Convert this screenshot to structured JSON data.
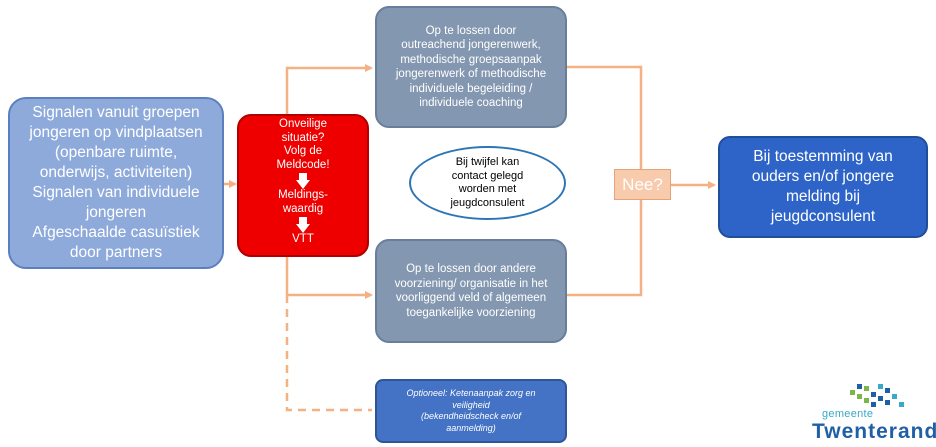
{
  "source_box": {
    "text": "Signalen vanuit groepen\njongeren op vindplaatsen\n(openbare ruimte,\nonderwijs, activiteiten)\nSignalen van individuele\njongeren\nAfgeschaalde casuïstiek\ndoor partners"
  },
  "unsafe_box": {
    "step1": "Onveilige\nsituatie?\nVolg de\nMeldcode!",
    "step2": "Meldings-\nwaardig",
    "step3": "VTT"
  },
  "top_box": {
    "text": "Op te lossen door\noutreachend jongerenwerk,\nmethodische groepsaanpak\njongerenwerk of methodische\nindividuele begeleiding /\nindividuele coaching"
  },
  "doubt_ellipse": {
    "text": "Bij twijfel kan\ncontact gelegd\nworden met\njeugdconsulent"
  },
  "bottom_box": {
    "text": "Op te lossen door andere\nvoorziening/ organisatie in het\nvoorliggend veld of algemeen\ntoegankelijke voorziening"
  },
  "decision": {
    "label": "Nee?"
  },
  "consent_box": {
    "text": "Bij toestemming van\nouders en/of jongere\nmelding bij\njeugdconsulent"
  },
  "optional_box": {
    "text": "Optioneel: Ketenaanpak zorg en\nveiligheid\n(bekendheidscheck en/of\naanmelding)"
  },
  "logo": {
    "small": "gemeente",
    "big": "Twenterand"
  },
  "colors": {
    "connector": "#f4b183",
    "source_fill": "#8eaadb",
    "unsafe_fill": "#ee0000",
    "grey_fill": "#8497b0",
    "consent_fill": "#2e64c8",
    "optional_fill": "#4472c4"
  }
}
